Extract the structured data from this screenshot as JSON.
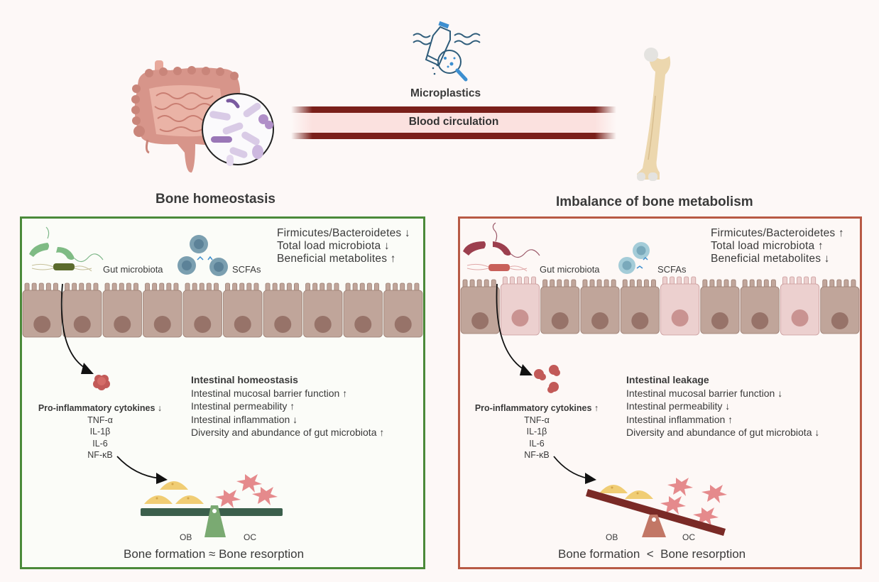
{
  "header": {
    "microplastics_label": "Microplastics",
    "blood_label": "Blood circulation",
    "left_title": "Bone homeostasis",
    "right_title": "Imbalance of bone metabolism"
  },
  "colors": {
    "left_border": "#4b8a3a",
    "right_border": "#b85a45",
    "vessel_wall": "#7a1f1a",
    "vessel_lumen": "#fbe1df",
    "cell_normal": "#c0a59a",
    "cell_leaky": "#ecd0cf"
  },
  "left_panel": {
    "stats": [
      "Firmicutes/Bacteroidetes ↓",
      "Total load microbiota ↓",
      "Beneficial metabolites ↑"
    ],
    "gut_microbiota_label": "Gut microbiota",
    "scfa_label": "SCFAs",
    "info_heading": "Intestinal homeostasis",
    "info_lines": [
      "Intestinal mucosal barrier function ↑",
      "Intestinal permeability ↑",
      "Intestinal inflammation ↓",
      "Diversity and abundance of gut microbiota ↑"
    ],
    "cytokine_heading": "Pro-inflammatory cytokines ↓",
    "cytokines": [
      "TNF-α",
      "IL-1β",
      "IL-6",
      "NF-κB"
    ],
    "ob_label": "OB",
    "oc_label": "OC",
    "balance_text": "Bone formation ≈ Bone resorption"
  },
  "right_panel": {
    "stats": [
      "Firmicutes/Bacteroidetes ↑",
      "Total load microbiota ↑",
      "Beneficial metabolites ↓"
    ],
    "gut_microbiota_label": "Gut microbiota",
    "scfa_label": "SCFAs",
    "info_heading": "Intestinal leakage",
    "info_lines": [
      "Intestinal mucosal barrier function ↓",
      "Intestinal permeability ↓",
      "Intestinal inflammation ↑",
      "Diversity and abundance of gut microbiota ↓"
    ],
    "cytokine_heading": "Pro-inflammatory cytokines ↑",
    "cytokines": [
      "TNF-α",
      "IL-1β",
      "IL-6",
      "NF-κB"
    ],
    "ob_label": "OB",
    "oc_label": "OC",
    "balance_text": "Bone formation  <  Bone resorption"
  },
  "icons": {
    "intestine": "intestine-icon",
    "microbe_magnifier": "microbe-circle-icon",
    "microplastics": "microplastics-bottle-icon",
    "bone": "femur-bone-icon"
  }
}
